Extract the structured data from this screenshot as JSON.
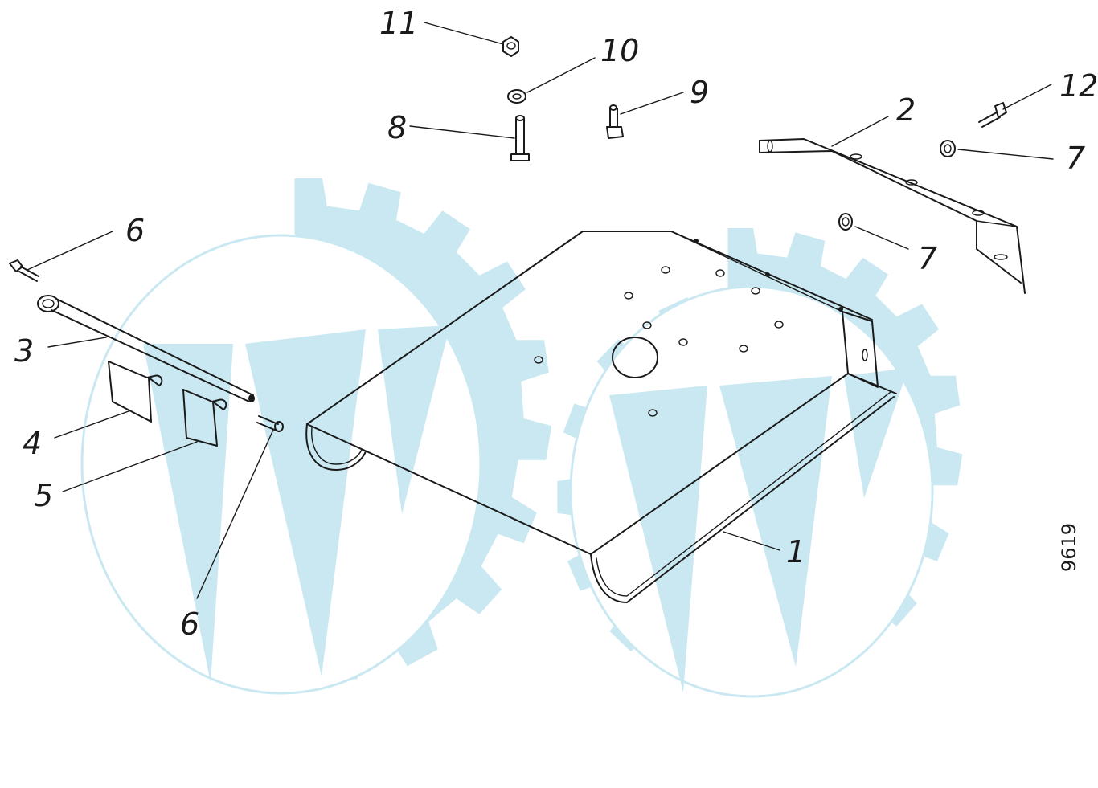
{
  "colors": {
    "watermark": "#c9e8f1",
    "line": "#1a1a1a",
    "background": "#ffffff"
  },
  "watermark": {
    "icon": "gear-w-logo-icon"
  },
  "callouts": {
    "c1": "1",
    "c2": "2",
    "c3": "3",
    "c4": "4",
    "c5": "5",
    "c6a": "6",
    "c6b": "6",
    "c7a": "7",
    "c7b": "7",
    "c8": "8",
    "c9": "9",
    "c10": "10",
    "c11": "11",
    "c12": "12"
  },
  "drawing_number": "9619"
}
